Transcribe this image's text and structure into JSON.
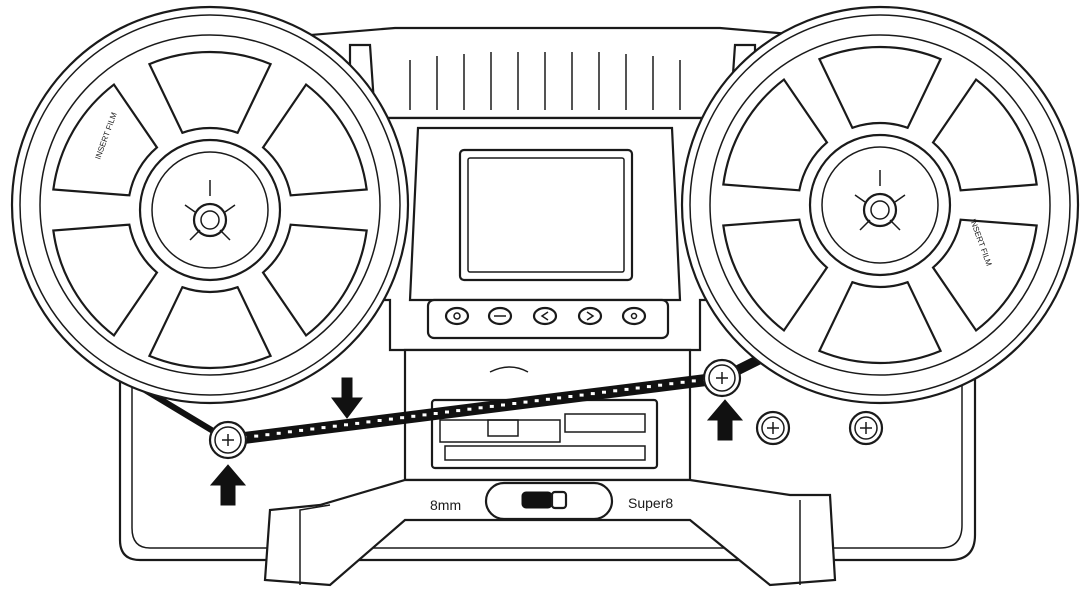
{
  "labels": {
    "mode_left": "8mm",
    "mode_right": "Super8"
  },
  "buttons": [
    {
      "icon": "power-icon"
    },
    {
      "icon": "menu-icon"
    },
    {
      "icon": "left-arrow-icon"
    },
    {
      "icon": "right-arrow-icon"
    },
    {
      "icon": "ok-icon"
    }
  ],
  "reel_spokes": 6,
  "film_perforations": 42,
  "colors": {
    "line": "#1a1a1a",
    "film": "#111111",
    "background": "#ffffff"
  }
}
